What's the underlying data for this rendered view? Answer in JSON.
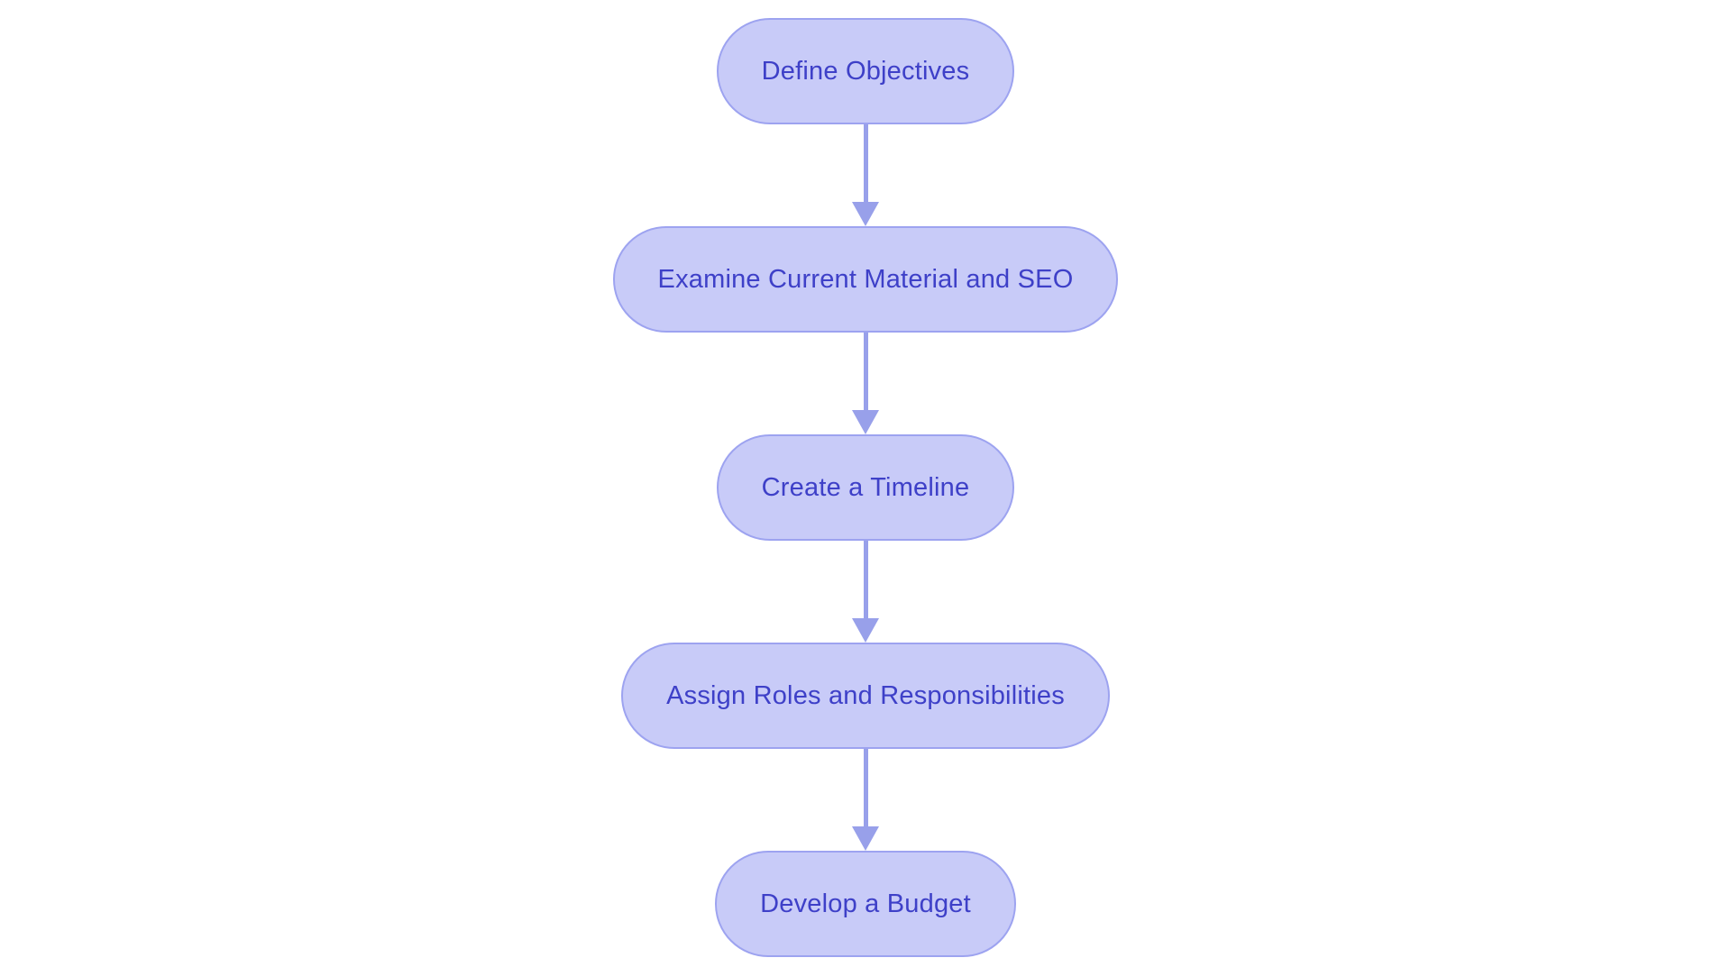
{
  "diagram": {
    "type": "flowchart",
    "direction": "top-down",
    "canvas_bg": "#ffffff",
    "node_fill": "#c8cbf8",
    "node_border": "#9da3f0",
    "node_text_color": "#3e40c8",
    "arrow_color": "#98a0ea",
    "nodes": [
      {
        "id": "define-objectives",
        "label": "Define Objectives"
      },
      {
        "id": "examine-current-material-and-seo",
        "label": "Examine Current Material and SEO"
      },
      {
        "id": "create-a-timeline",
        "label": "Create a Timeline"
      },
      {
        "id": "assign-roles-and-responsibilities",
        "label": "Assign Roles and Responsibilities"
      },
      {
        "id": "develop-a-budget",
        "label": "Develop a Budget"
      }
    ],
    "edges": [
      {
        "from": "define-objectives",
        "to": "examine-current-material-and-seo"
      },
      {
        "from": "examine-current-material-and-seo",
        "to": "create-a-timeline"
      },
      {
        "from": "create-a-timeline",
        "to": "assign-roles-and-responsibilities"
      },
      {
        "from": "assign-roles-and-responsibilities",
        "to": "develop-a-budget"
      }
    ]
  }
}
